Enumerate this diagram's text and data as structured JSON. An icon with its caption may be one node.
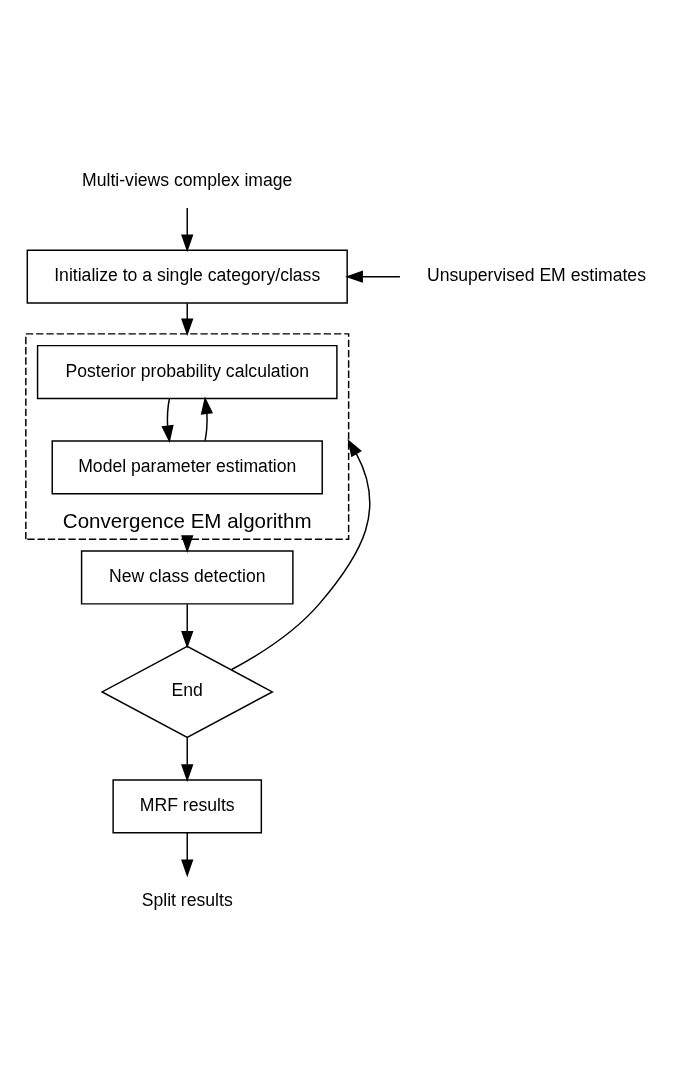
{
  "diagram": {
    "nodes": [
      {
        "text": [
          "Multi-views complex image"
        ]
      },
      {
        "text": [
          "Initialize to a single category/class"
        ]
      },
      {
        "text": [
          "Unsupervised EM estimates"
        ]
      },
      {
        "text": [
          "Convergence EM algorithm"
        ]
      },
      {
        "text": [
          "Posterior probability calculation"
        ],
        "in": 3
      },
      {
        "text": [
          "Model parameter estimation"
        ],
        "in": 3
      },
      {
        "text": [
          "New class detection"
        ]
      },
      {
        "text": [
          "End"
        ]
      },
      {
        "text": [
          "MRF results"
        ]
      },
      {
        "text": [
          "Split results"
        ]
      }
    ],
    "edges": [
      {
        "from": 0,
        "to": 1,
        "arrow": "to"
      },
      {
        "from": 2,
        "to": 1,
        "arrow": "to"
      },
      {
        "from": 1,
        "to": 3,
        "arrow": "to"
      },
      {
        "from": 4,
        "to": 5,
        "arrow": "to"
      },
      {
        "from": 5,
        "to": 4,
        "arrow": "to"
      },
      {
        "from": 3,
        "to": 6,
        "arrow": "to"
      },
      {
        "from": 6,
        "to": 7,
        "arrow": "to"
      },
      {
        "from": 7,
        "to": 3,
        "arrow": "to"
      },
      {
        "from": 7,
        "to": 8,
        "arrow": "to"
      },
      {
        "from": 8,
        "to": 9,
        "arrow": "to"
      }
    ]
  }
}
